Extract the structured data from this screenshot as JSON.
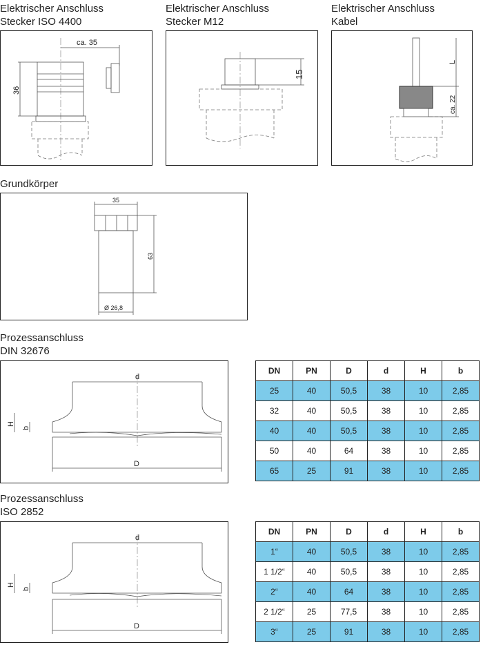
{
  "connectors": [
    {
      "title1": "Elektrischer Anschluss",
      "title2": "Stecker ISO 4400",
      "dim_w": "ca. 35",
      "dim_h": "36"
    },
    {
      "title1": "Elektrischer Anschluss",
      "title2": "Stecker M12",
      "dim_h": "15"
    },
    {
      "title1": "Elektrischer Anschluss",
      "title2": "Kabel",
      "dim_l": "L",
      "dim_h": "ca. 22"
    }
  ],
  "body": {
    "title": "Grundkörper",
    "dim_w": "35",
    "dim_h": "63",
    "dim_d": "Ø 26,8"
  },
  "process": [
    {
      "title1": "Prozessanschluss",
      "title2": "DIN 32676",
      "dims": {
        "d": "d",
        "D": "D",
        "H": "H",
        "b": "b"
      },
      "headers": [
        "DN",
        "PN",
        "D",
        "d",
        "H",
        "b"
      ],
      "rows": [
        [
          "25",
          "40",
          "50,5",
          "38",
          "10",
          "2,85"
        ],
        [
          "32",
          "40",
          "50,5",
          "38",
          "10",
          "2,85"
        ],
        [
          "40",
          "40",
          "50,5",
          "38",
          "10",
          "2,85"
        ],
        [
          "50",
          "40",
          "64",
          "38",
          "10",
          "2,85"
        ],
        [
          "65",
          "25",
          "91",
          "38",
          "10",
          "2,85"
        ]
      ]
    },
    {
      "title1": "Prozessanschluss",
      "title2": "ISO 2852",
      "dims": {
        "d": "d",
        "D": "D",
        "H": "H",
        "b": "b"
      },
      "headers": [
        "DN",
        "PN",
        "D",
        "d",
        "H",
        "b"
      ],
      "rows": [
        [
          "1“",
          "40",
          "50,5",
          "38",
          "10",
          "2,85"
        ],
        [
          "1 1/2“",
          "40",
          "50,5",
          "38",
          "10",
          "2,85"
        ],
        [
          "2“",
          "40",
          "64",
          "38",
          "10",
          "2,85"
        ],
        [
          "2 1/2“",
          "25",
          "77,5",
          "38",
          "10",
          "2,85"
        ],
        [
          "3“",
          "25",
          "91",
          "38",
          "10",
          "2,85"
        ]
      ]
    }
  ],
  "colors": {
    "highlight": "#7dcbea"
  }
}
